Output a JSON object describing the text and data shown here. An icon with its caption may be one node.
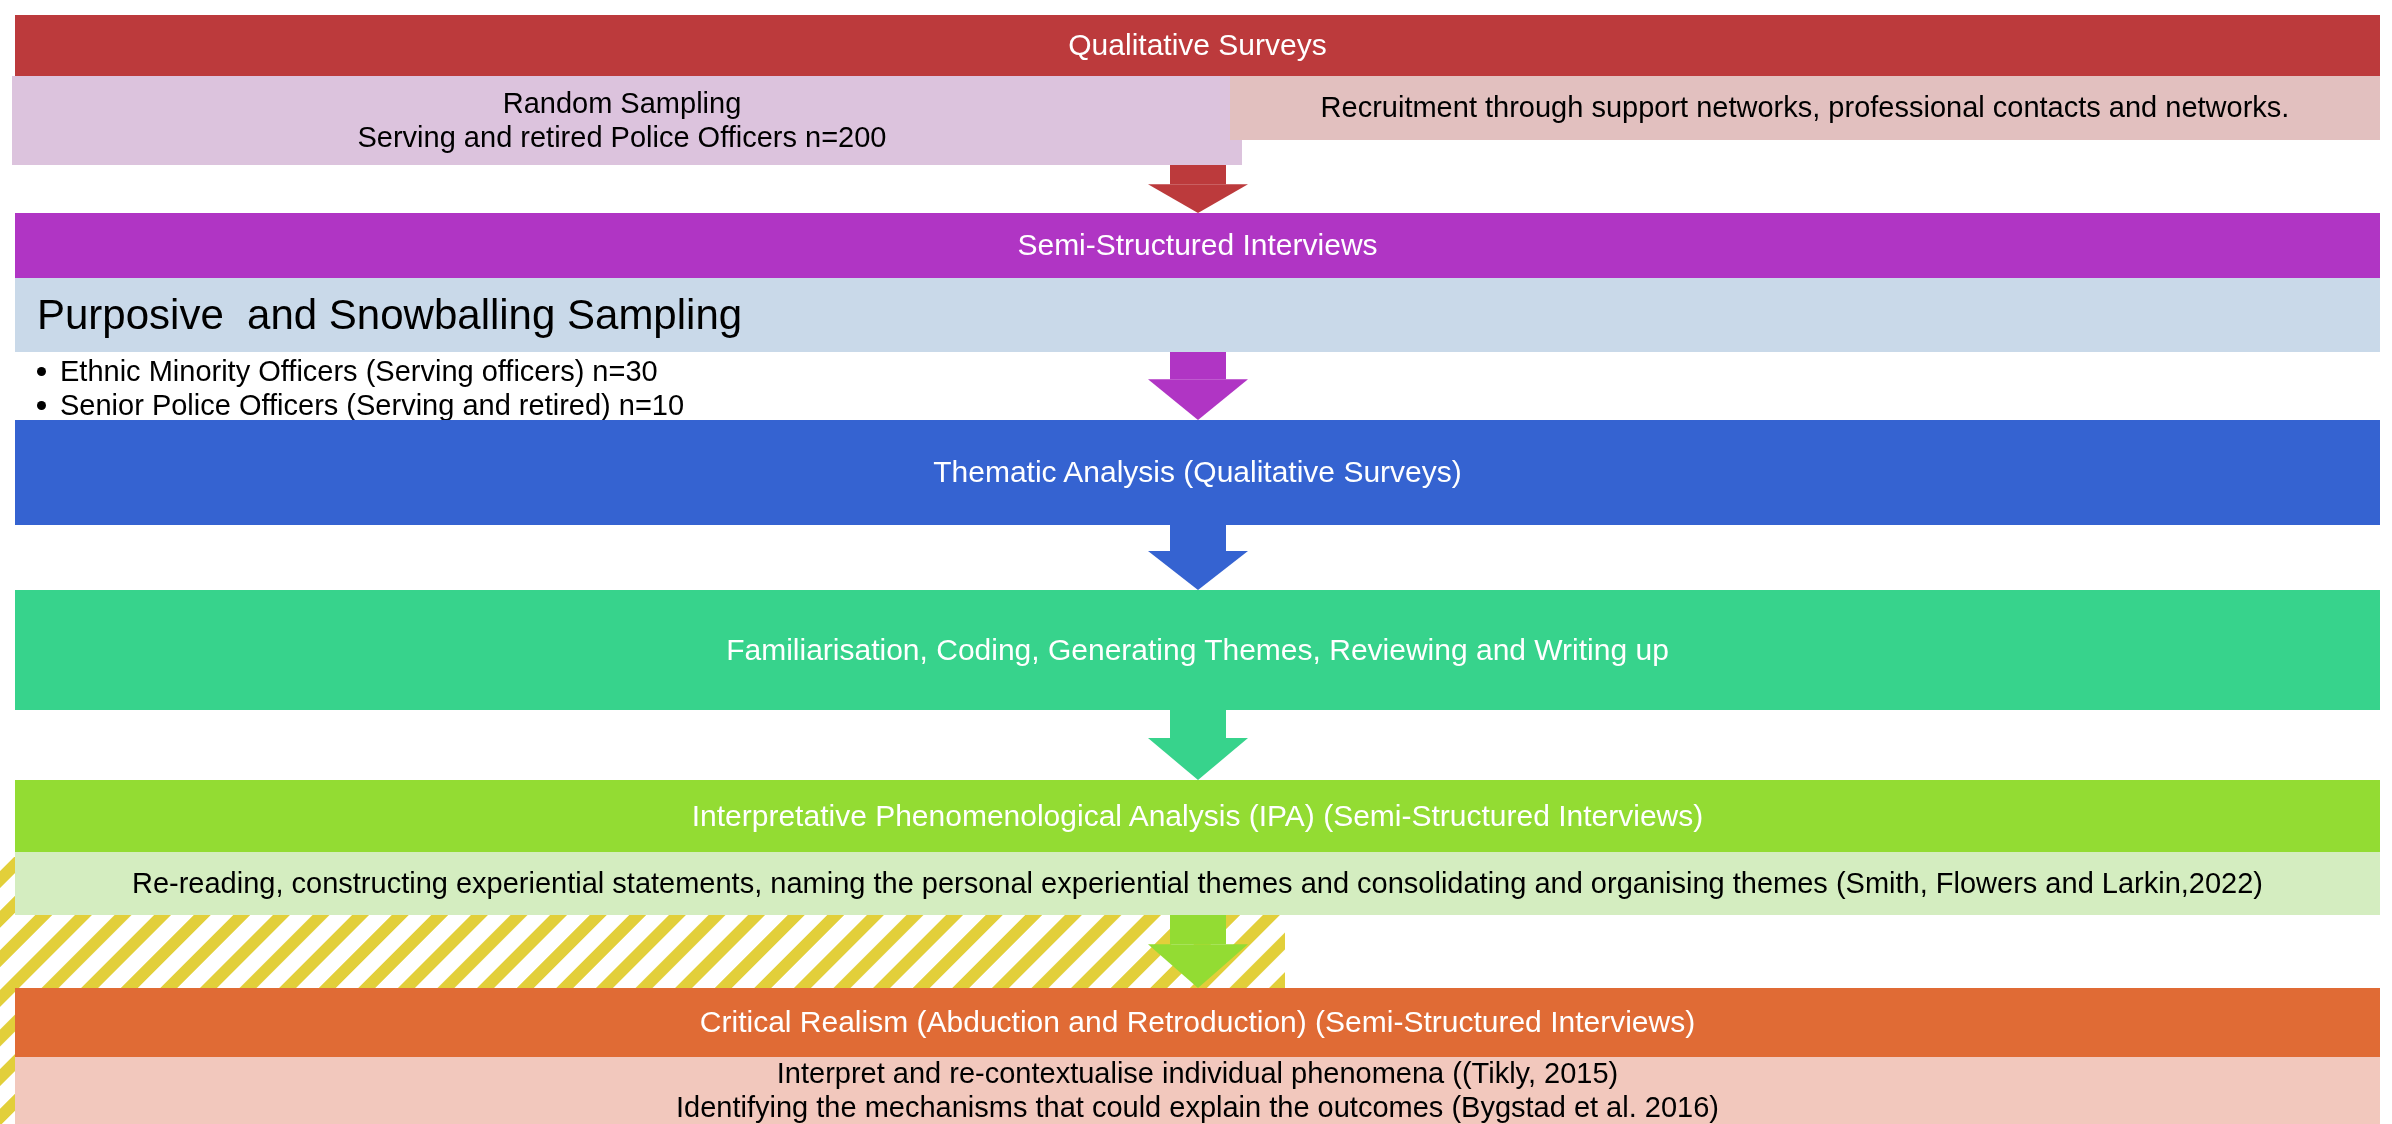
{
  "diagram": {
    "nodes": [
      {
        "text": [
          "Qualitative Surveys"
        ]
      },
      {
        "text": [
          "Random Sampling",
          "Serving and retired Police Officers n=200"
        ]
      },
      {
        "text": [
          "Recruitment through support networks, professional contacts and networks."
        ]
      },
      {
        "text": [
          "Semi-Structured Interviews"
        ]
      },
      {
        "text": [
          "Purposive  and Snowballing Sampling"
        ],
        "beside": [
          "Ethnic Minority Officers (Serving officers) n=30",
          "Senior Police Officers (Serving and retired) n=10"
        ]
      },
      {
        "text": [
          "Thematic Analysis (Qualitative Surveys)"
        ]
      },
      {
        "text": [
          "Familiarisation, Coding, Generating Themes, Reviewing and Writing up"
        ]
      },
      {
        "text": [
          "Interpretative Phenomenological Analysis (IPA) (Semi-Structured Interviews)"
        ]
      },
      {
        "text": [
          "Re-reading, constructing experiential statements, naming the personal experiential themes and consolidating and organising themes (Smith, Flowers and Larkin,2022)"
        ]
      },
      {
        "text": [
          "Critical Realism (Abduction and Retroduction) (Semi-Structured Interviews)"
        ]
      },
      {
        "text": [
          "Interpret and re-contextualise individual phenomena ((Tikly, 2015)",
          "Identifying the mechanisms that could explain the outcomes (Bygstad et al. 2016)"
        ]
      }
    ],
    "edges": [
      {
        "from": 1,
        "to": 3,
        "arrow": "to",
        "color": "#bc3a3c"
      },
      {
        "from": 4,
        "to": 5,
        "arrow": "to",
        "color": "#b035c4"
      },
      {
        "from": 5,
        "to": 6,
        "arrow": "to",
        "color": "#3563d1"
      },
      {
        "from": 6,
        "to": 7,
        "arrow": "to",
        "color": "#37d38c"
      },
      {
        "from": 8,
        "to": 9,
        "arrow": "to",
        "color": "#93dc33"
      }
    ]
  }
}
